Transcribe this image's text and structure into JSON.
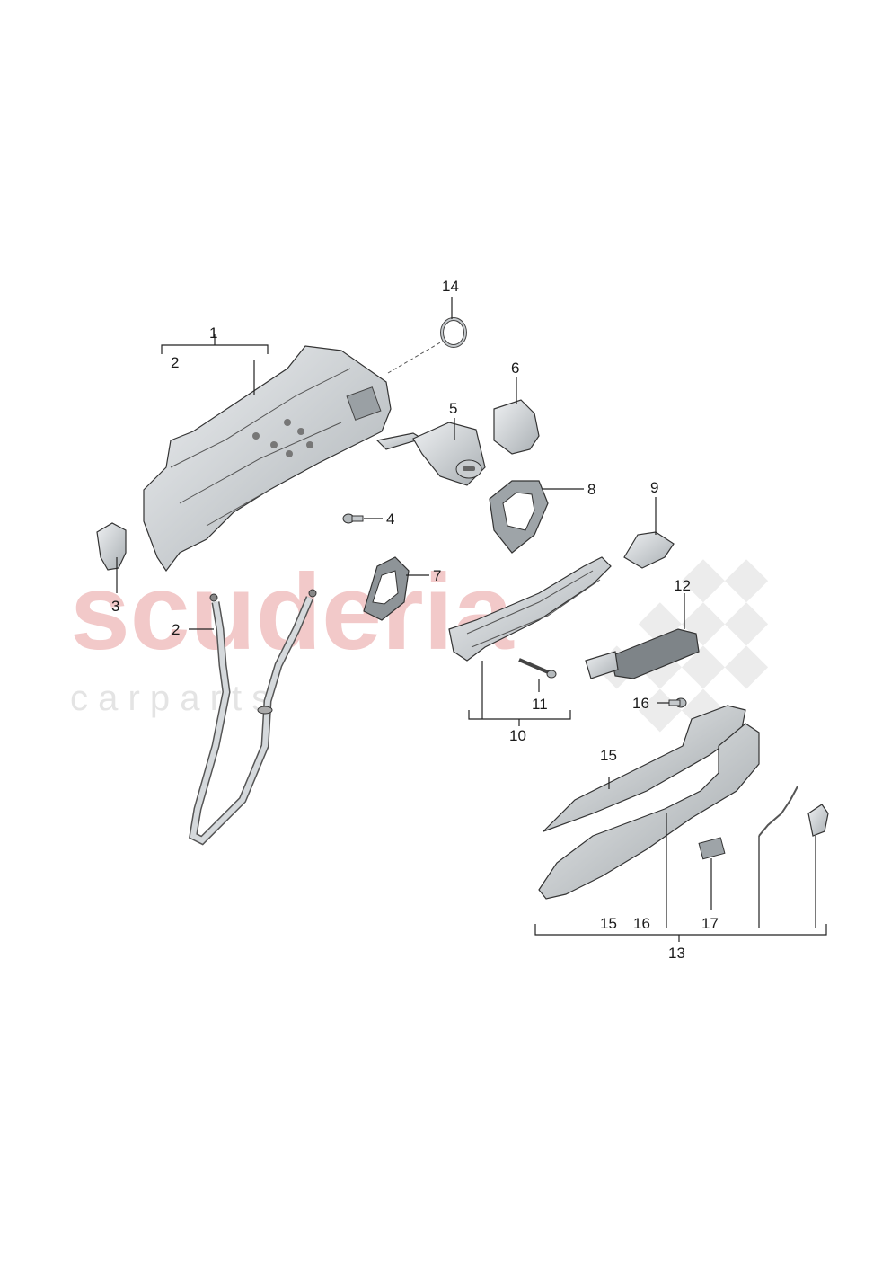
{
  "watermark": {
    "brand": "scuderia",
    "sub": "c a r p a r t s"
  },
  "callouts": {
    "c1": "1",
    "c2a": "2",
    "c2b": "2",
    "c3": "3",
    "c4": "4",
    "c5": "5",
    "c6": "6",
    "c7": "7",
    "c8": "8",
    "c9": "9",
    "c10": "10",
    "c11": "11",
    "c12": "12",
    "c13": "13",
    "c14": "14",
    "c15a": "15",
    "c15b": "15",
    "c16a": "16",
    "c16b": "16",
    "c17": "17"
  },
  "colors": {
    "part_fill": "#d9dde0",
    "part_dark": "#8f9599",
    "watermark": "#f2c9c9",
    "checker": "#e9e9e9"
  }
}
